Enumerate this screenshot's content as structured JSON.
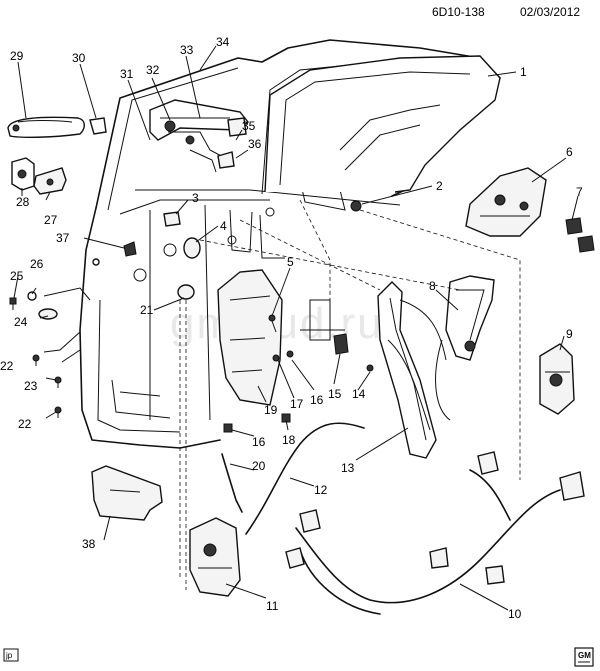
{
  "header": {
    "code": "6D10-138",
    "date": "02/03/2012"
  },
  "watermark": "gmstud.ru",
  "footer": {
    "badge": "jp",
    "logo": "GM"
  },
  "callouts": {
    "c1": "1",
    "c2": "2",
    "c3": "3",
    "c4": "4",
    "c5": "5",
    "c6": "6",
    "c7": "7",
    "c8": "8",
    "c9": "9",
    "c10": "10",
    "c11": "11",
    "c12": "12",
    "c13": "13",
    "c14": "14",
    "c15": "15",
    "c16a": "16",
    "c16b": "16",
    "c17": "17",
    "c18": "18",
    "c19": "19",
    "c20": "20",
    "c21": "21",
    "c22a": "22",
    "c22b": "22",
    "c23": "23",
    "c24": "24",
    "c25": "25",
    "c26": "26",
    "c27": "27",
    "c28": "28",
    "c29": "29",
    "c30": "30",
    "c31": "31",
    "c32": "32",
    "c33": "33",
    "c34": "34",
    "c35": "35",
    "c36": "36",
    "c37": "37",
    "c38": "38"
  }
}
